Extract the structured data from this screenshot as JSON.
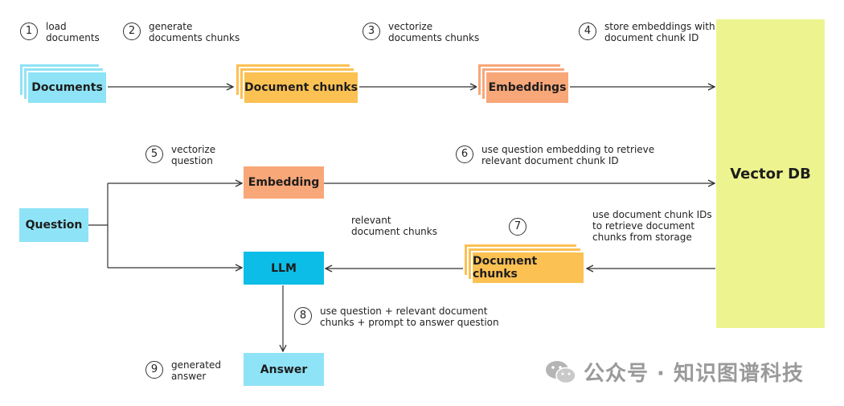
{
  "steps": [
    {
      "num": "1",
      "text": "load\ndocuments"
    },
    {
      "num": "2",
      "text": "generate\ndocuments chunks"
    },
    {
      "num": "3",
      "text": "vectorize\ndocuments chunks"
    },
    {
      "num": "4",
      "text": "store embeddings with\ndocument chunk ID"
    },
    {
      "num": "5",
      "text": "vectorize\nquestion"
    },
    {
      "num": "6",
      "text": "use question embedding to retrieve\nrelevant document chunk ID"
    },
    {
      "num": "7",
      "text": ""
    },
    {
      "num": "8",
      "text": "use question + relevant document\nchunks + prompt to answer question"
    },
    {
      "num": "9",
      "text": "generated\nanswer"
    }
  ],
  "labels": {
    "relevant_chunks": "relevant\ndocument chunks",
    "retrieve_from_storage": "use document chunk IDs\nto retrieve document\nchunks from storage"
  },
  "boxes": {
    "documents": "Documents",
    "document_chunks_top": "Document chunks",
    "embeddings": "Embeddings",
    "vector_db": "Vector DB",
    "question": "Question",
    "embedding": "Embedding",
    "llm": "LLM",
    "document_chunks_bottom": "Document chunks",
    "answer": "Answer"
  },
  "watermark": "公众号 · 知识图谱科技",
  "colors": {
    "blue": "#8fe3f6",
    "yellow": "#fcc153",
    "orange": "#f8a779",
    "llm": "#0cbde7",
    "vector_db": "#edf48f"
  }
}
